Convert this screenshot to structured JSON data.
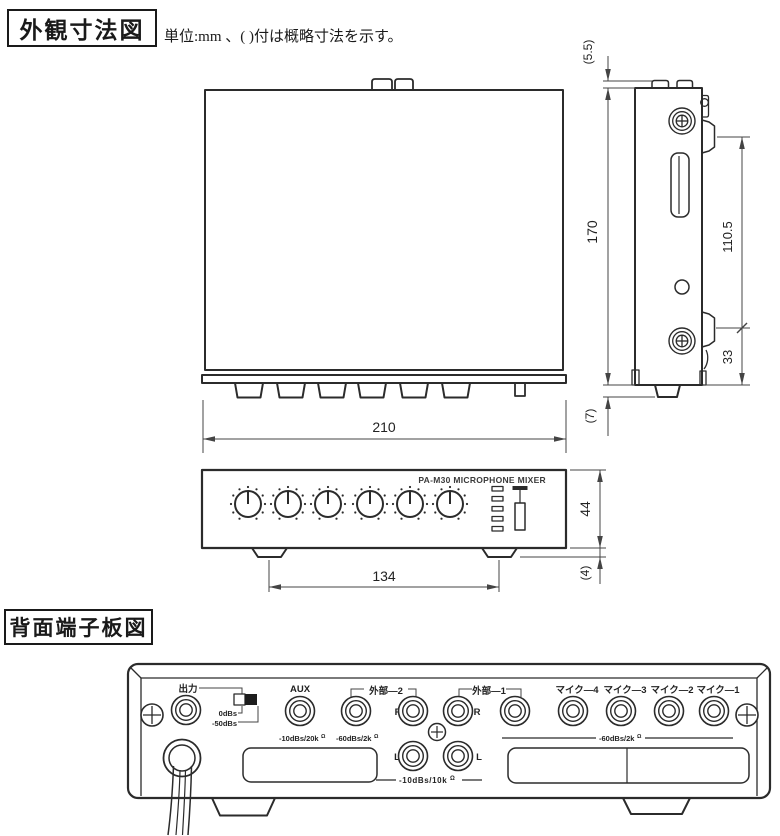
{
  "header": {
    "title": "外観寸法図",
    "note": "単位:mm 、( )付は概略寸法を示す。"
  },
  "front_view": {
    "brand_label": "PA-M30 MICROPHONE MIXER",
    "dim_width": "210",
    "dim_height": "44",
    "dim_feet_span": "134",
    "dim_feet_height": "(4)"
  },
  "side_view": {
    "dim_top_tab": "(5.5)",
    "dim_height": "170",
    "dim_bracket_span": "110.5",
    "dim_bracket_to_bottom": "33",
    "dim_foot": "(7)"
  },
  "rear": {
    "title": "背面端子板図",
    "output_label": "出力",
    "switch_pos_high": "0dBs",
    "switch_pos_low": "-50dBs",
    "aux_label": "AUX",
    "ext2_label": "外部—2",
    "ext1_label": "外部—1",
    "right_label": "R",
    "left_label": "L",
    "mic4_label": "マイク—4",
    "mic3_label": "マイク—3",
    "mic2_label": "マイク—2",
    "mic1_label": "マイク—1",
    "levels": {
      "aux": "-10dBs/20k",
      "ext2_mono": "-60dBs/2k",
      "mic": "-60dBs/2k",
      "ext_stereo": "-10dBs/10k",
      "ohm": "Ω"
    }
  },
  "colors": {
    "ink": "#2b2b2b",
    "dim_line": "#444",
    "background": "#ffffff"
  }
}
